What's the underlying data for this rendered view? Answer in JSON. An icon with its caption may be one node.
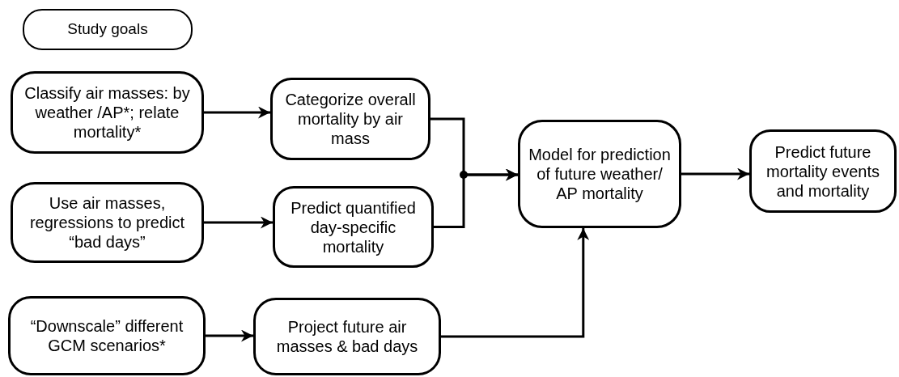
{
  "diagram": {
    "nodes": [
      {
        "text": [
          "Study goals"
        ]
      },
      {
        "text": [
          "Classify air masses: by weather /AP*; relate mortality*"
        ]
      },
      {
        "text": [
          "Categorize overall mortality by air mass"
        ]
      },
      {
        "text": [
          "Use air masses, regressions to predict “bad days”"
        ]
      },
      {
        "text": [
          "Predict quantified day-specific mortality"
        ]
      },
      {
        "text": [
          "Model for prediction of future weather/ AP mortality"
        ]
      },
      {
        "text": [
          "Predict future mortality events and mortality"
        ]
      },
      {
        "text": [
          "“Downscale” different GCM scenarios*"
        ]
      },
      {
        "text": [
          "Project future air masses & bad days"
        ]
      }
    ],
    "edges": [
      {
        "from": 1,
        "to": 2,
        "arrow": "to"
      },
      {
        "from": 3,
        "to": 4,
        "arrow": "to"
      },
      {
        "from": 2,
        "to": 5,
        "arrow": "to"
      },
      {
        "from": 4,
        "to": 5,
        "arrow": "to"
      },
      {
        "from": 5,
        "to": 6,
        "arrow": "to"
      },
      {
        "from": 7,
        "to": 8,
        "arrow": "to"
      },
      {
        "from": 8,
        "to": 5,
        "arrow": "to"
      }
    ]
  }
}
